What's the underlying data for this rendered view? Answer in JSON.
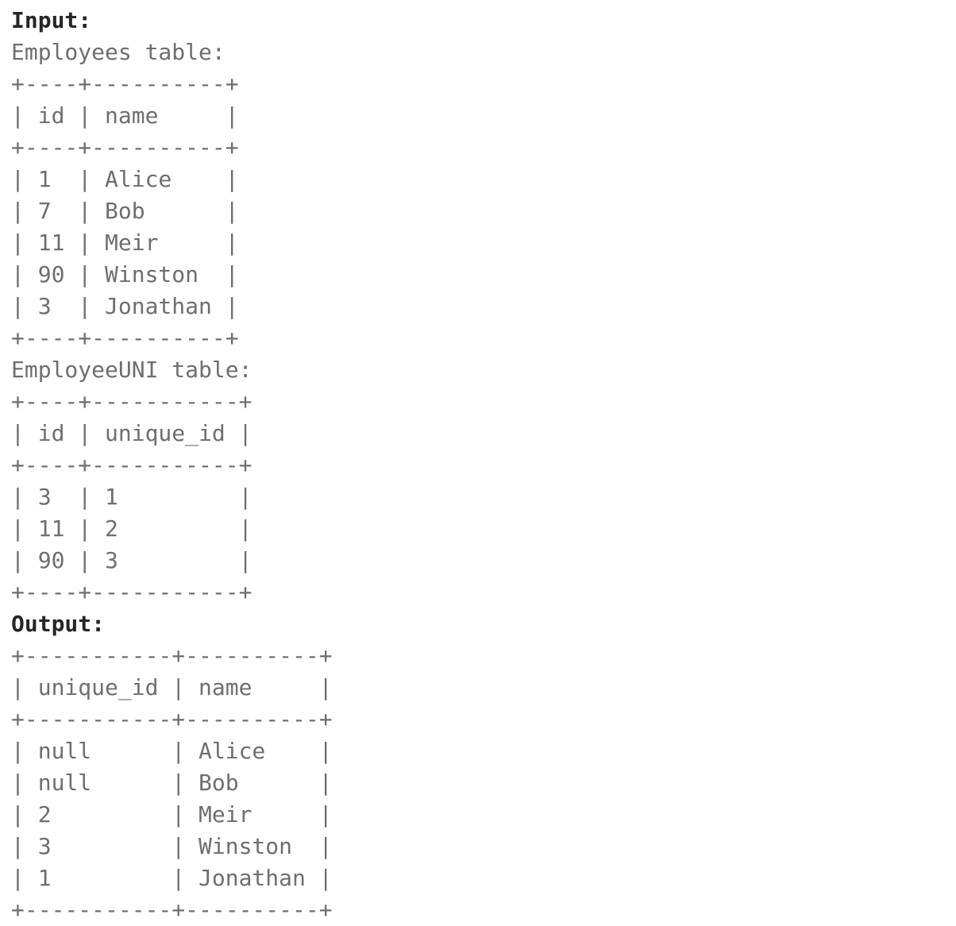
{
  "document": {
    "type": "sql-problem-example",
    "colors": {
      "background": "#ffffff",
      "heading_text": "#262626",
      "body_text": "#6e6e6e"
    },
    "sections": [
      {
        "id": "input",
        "heading": "Input:",
        "blocks": [
          {
            "id": "employees",
            "caption": "Employees table:",
            "lines": [
              "+----+----------+",
              "| id | name     |",
              "+----+----------+",
              "| 1  | Alice    |",
              "| 7  | Bob      |",
              "| 11 | Meir     |",
              "| 90 | Winston  |",
              "| 3  | Jonathan |",
              "+----+----------+"
            ]
          },
          {
            "id": "employeeuni",
            "caption": "EmployeeUNI table:",
            "lines": [
              "+----+-----------+",
              "| id | unique_id |",
              "+----+-----------+",
              "| 3  | 1         |",
              "| 11 | 2         |",
              "| 90 | 3         |",
              "+----+-----------+"
            ]
          }
        ]
      },
      {
        "id": "output",
        "heading": "Output:",
        "blocks": [
          {
            "id": "result",
            "caption": "",
            "lines": [
              "+-----------+----------+",
              "| unique_id | name     |",
              "+-----------+----------+",
              "| null      | Alice    |",
              "| null      | Bob      |",
              "| 2         | Meir     |",
              "| 3         | Winston  |",
              "| 1         | Jonathan |",
              "+-----------+----------+"
            ]
          }
        ]
      }
    ],
    "tables": {
      "employees": {
        "name": "Employees",
        "columns": [
          "id",
          "name"
        ],
        "rows": [
          [
            "1",
            "Alice"
          ],
          [
            "7",
            "Bob"
          ],
          [
            "11",
            "Meir"
          ],
          [
            "90",
            "Winston"
          ],
          [
            "3",
            "Jonathan"
          ]
        ]
      },
      "employeeuni": {
        "name": "EmployeeUNI",
        "columns": [
          "id",
          "unique_id"
        ],
        "rows": [
          [
            "3",
            "1"
          ],
          [
            "11",
            "2"
          ],
          [
            "90",
            "3"
          ]
        ]
      },
      "output": {
        "name": "Output",
        "columns": [
          "unique_id",
          "name"
        ],
        "rows": [
          [
            "null",
            "Alice"
          ],
          [
            "null",
            "Bob"
          ],
          [
            "2",
            "Meir"
          ],
          [
            "3",
            "Winston"
          ],
          [
            "1",
            "Jonathan"
          ]
        ]
      }
    }
  }
}
